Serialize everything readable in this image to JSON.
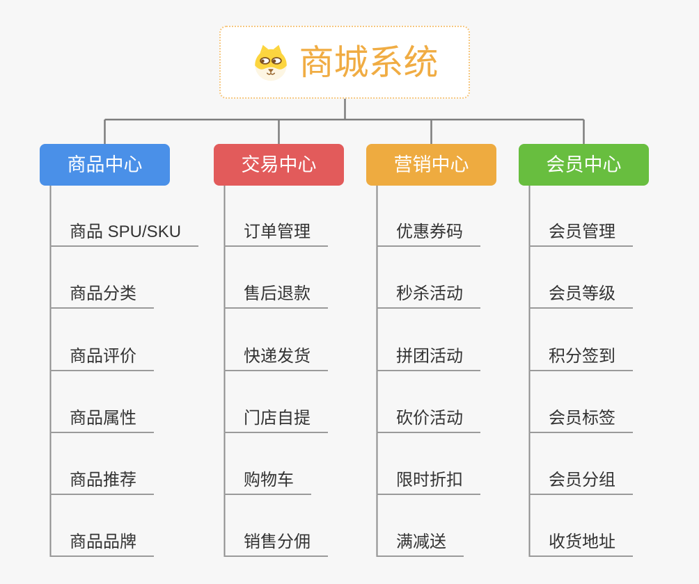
{
  "canvas": {
    "background_color": "#f7f7f7",
    "connector_color": "#7d7d7d",
    "underline_color": "#9a9a9a"
  },
  "root": {
    "title": "商城系统",
    "icon": "shiba-dog-icon",
    "text_color": "#f0ac43",
    "border_color": "#f6c77f"
  },
  "branches": [
    {
      "label": "商品中心",
      "color": "#4a90e8",
      "items": [
        "商品 SPU/SKU",
        "商品分类",
        "商品评价",
        "商品属性",
        "商品推荐",
        "商品品牌"
      ]
    },
    {
      "label": "交易中心",
      "color": "#e25b5b",
      "items": [
        "订单管理",
        "售后退款",
        "快递发货",
        "门店自提",
        "购物车",
        "销售分佣"
      ]
    },
    {
      "label": "营销中心",
      "color": "#eeab40",
      "items": [
        "优惠券码",
        "秒杀活动",
        "拼团活动",
        "砍价活动",
        "限时折扣",
        "满减送"
      ]
    },
    {
      "label": "会员中心",
      "color": "#68be3f",
      "items": [
        "会员管理",
        "会员等级",
        "积分签到",
        "会员标签",
        "会员分组",
        "收货地址"
      ]
    }
  ]
}
